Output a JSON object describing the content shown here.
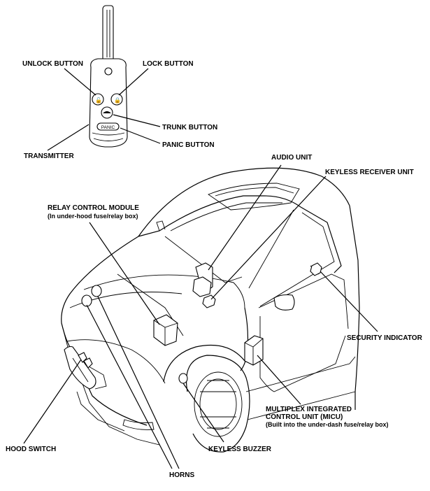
{
  "labels": {
    "unlock_button": "UNLOCK BUTTON",
    "lock_button": "LOCK BUTTON",
    "trunk_button": "TRUNK BUTTON",
    "panic_button": "PANIC BUTTON",
    "transmitter": "TRANSMITTER",
    "audio_unit": "AUDIO UNIT",
    "keyless_receiver_unit": "KEYLESS RECEIVER UNIT",
    "relay_control_module": "RELAY CONTROL MODULE",
    "relay_control_module_note": "(In under-hood fuse/relay box)",
    "security_indicator": "SECURITY INDICATOR",
    "micu_line1": "MULTIPLEX INTEGRATED",
    "micu_line2": "CONTROL UNIT (MICU)",
    "micu_note": "(Built into the under-dash fuse/relay box)",
    "hood_switch": "HOOD SWITCH",
    "keyless_buzzer": "KEYLESS BUZZER",
    "horns": "HORNS"
  },
  "remote": {
    "panic_text": "PANIC"
  }
}
